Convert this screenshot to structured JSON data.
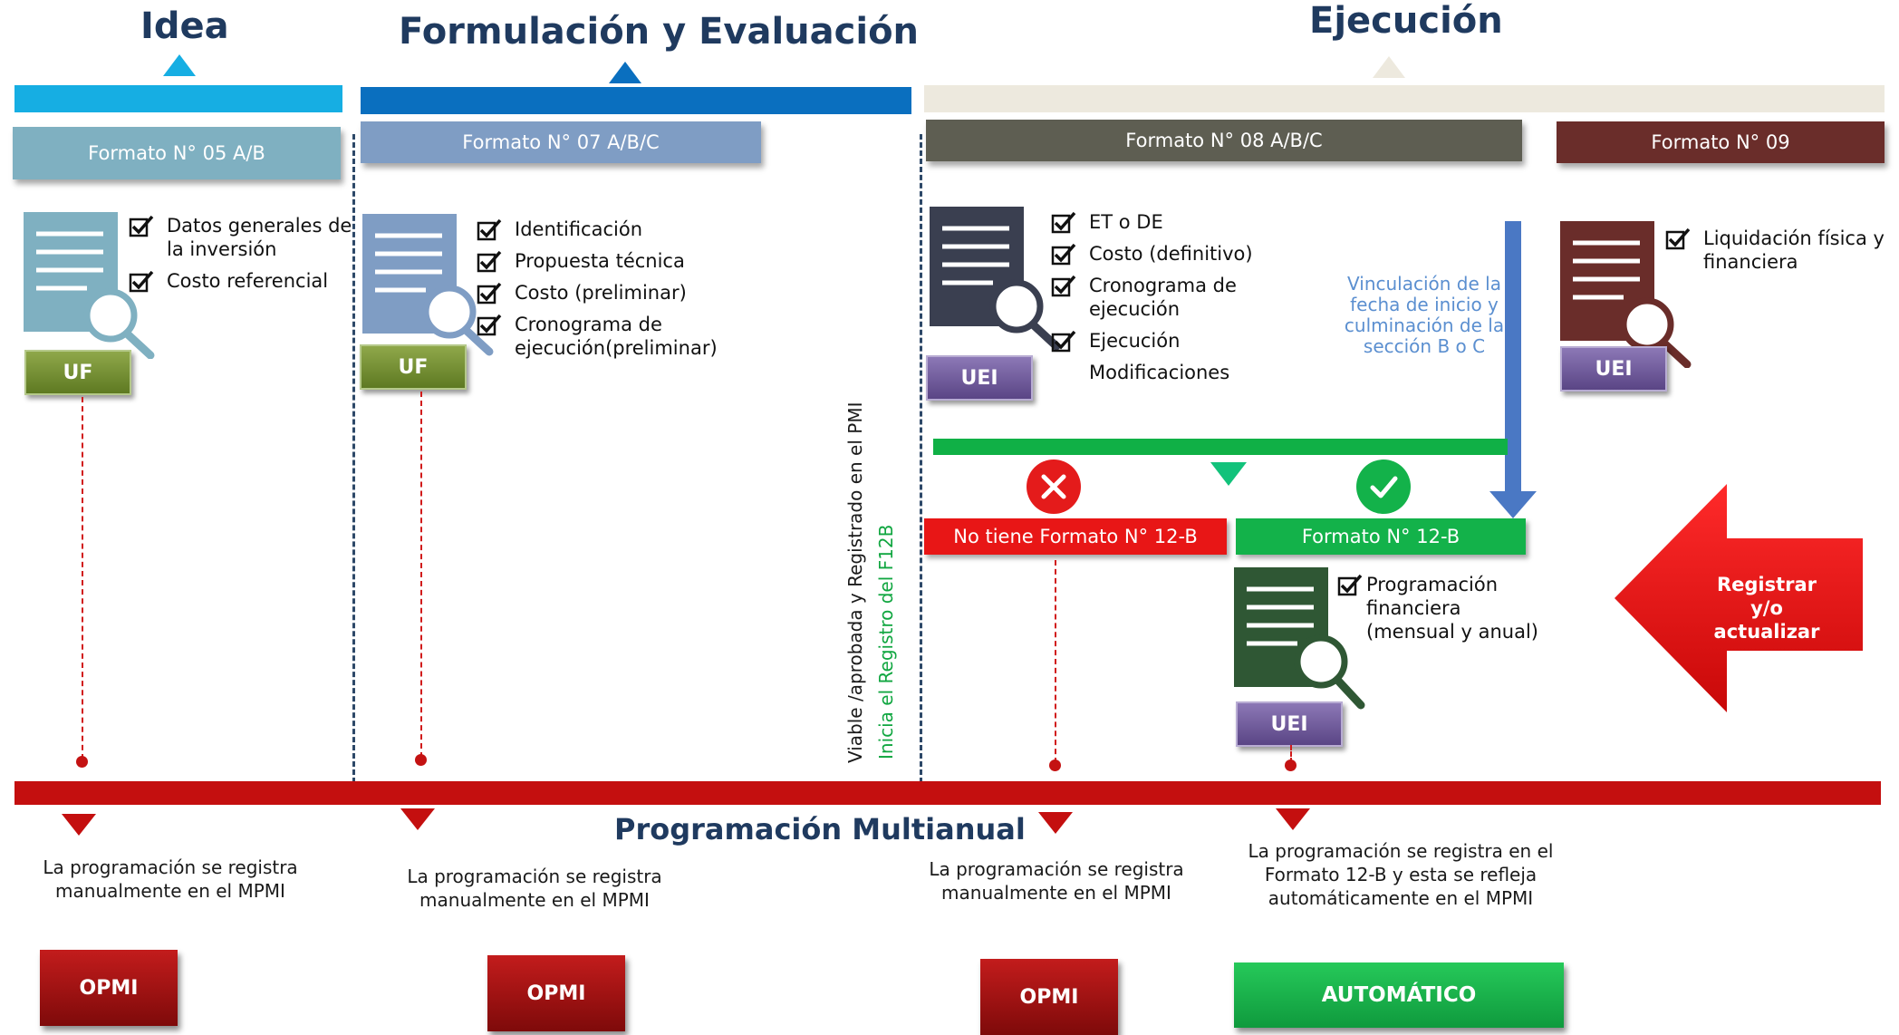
{
  "phases": {
    "idea": "Idea",
    "formulacion": "Formulación y Evaluación",
    "ejecucion": "Ejecución"
  },
  "formats": {
    "f05": "Formato N° 05 A/B",
    "f07": "Formato N° 07 A/B/C",
    "f08": "Formato N° 08 A/B/C",
    "f09": "Formato N° 09"
  },
  "lists": {
    "f05": [
      "Datos generales de la inversión",
      "Costo referencial"
    ],
    "f07": [
      "Identificación",
      "Propuesta técnica",
      "Costo (preliminar)",
      "Cronograma de ejecución(preliminar)"
    ],
    "f08": [
      "ET o DE",
      "Costo (definitivo)",
      "Cronograma de ejecución",
      "Ejecución",
      "Modificaciones"
    ],
    "f09": [
      "Liquidación física y financiera"
    ],
    "f12b": [
      "Programación financiera (mensual y anual)"
    ]
  },
  "units": {
    "uf1": "UF",
    "uf2": "UF",
    "uei1": "UEI",
    "uei2": "UEI",
    "uei3": "UEI"
  },
  "vertical": {
    "line1": "Viable /aprobada y Registrado en el PMI",
    "line2": "Inicia el Registro del F12B"
  },
  "vinculacion": "Vinculación de la fecha de inicio y culminación de la sección B o C",
  "branch": {
    "no": "No tiene Formato N° 12-B",
    "yes": "Formato N° 12-B"
  },
  "arrow_label": "Registrar y/o actualizar",
  "programacion": "Programación Multianual",
  "notes": {
    "n1": "La programación se registra manualmente en el MPMI",
    "n2": "La programación se registra manualmente en el MPMI",
    "n3": "La programación se registra manualmente en el MPMI",
    "n4": "La programación se registra en el Formato 12-B y esta se refleja automáticamente en el MPMI"
  },
  "bottom": {
    "opmi1": "OPMI",
    "opmi2": "OPMI",
    "opmi3": "OPMI",
    "auto": "AUTOMÁTICO"
  },
  "colors": {
    "idea_band": "#16aee3",
    "formulacion_band": "#0a6fbf",
    "ejecucion_band": "#ede9de",
    "f05": "#7fb0c1",
    "f07": "#7f9dc4",
    "f08": "#5e5e52",
    "f09": "#6a2d2a",
    "program_bar": "#c40f0f",
    "green_bar": "#10b046",
    "red_branch": "#e81616",
    "green_branch": "#13b24a"
  }
}
